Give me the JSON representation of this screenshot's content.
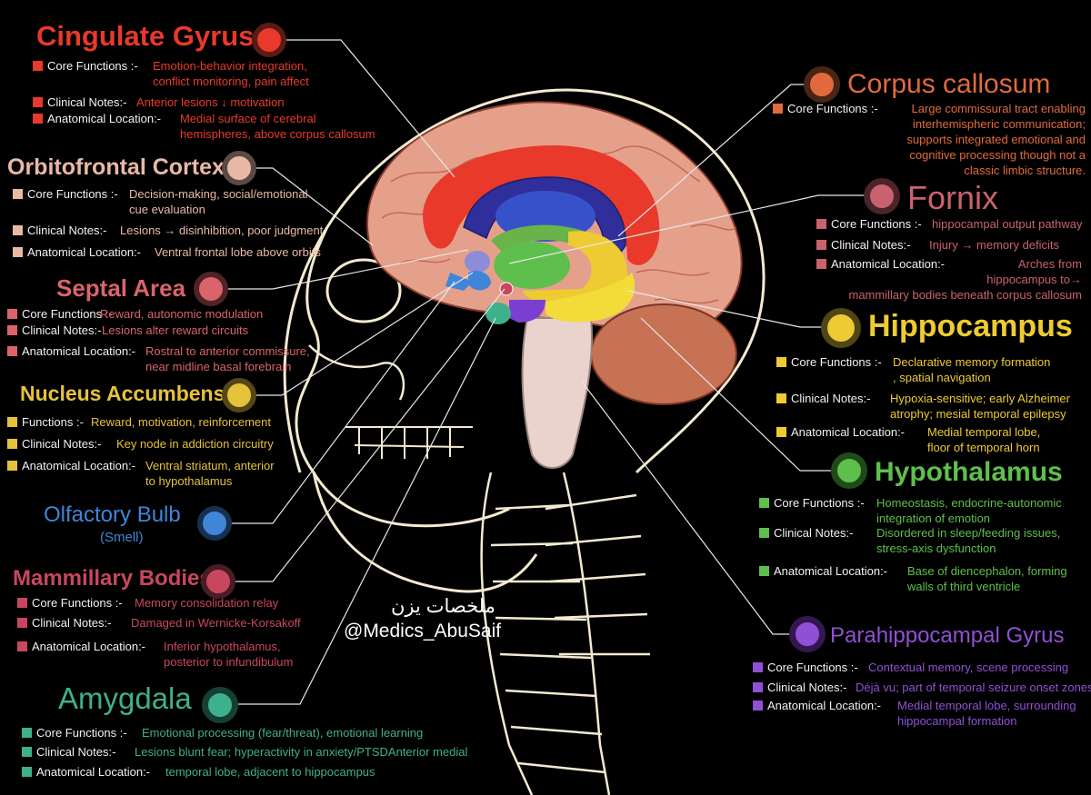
{
  "credit": {
    "arabic": "ملخصات يزن",
    "handle": "@Medics_AbuSaif"
  },
  "colors": {
    "cingulate": "#e8392a",
    "orbitofrontal": "#e9b9a6",
    "septal": "#d9646a",
    "accumbens": "#e6c23a",
    "olfactory": "#3f86d8",
    "mammillary": "#c8475f",
    "amygdala": "#3fb08c",
    "corpus": "#e06a3e",
    "fornix": "#c9626e",
    "hippocampus": "#eecb32",
    "hypothalamus": "#5fbf4c",
    "parahippocampal": "#9050d6"
  },
  "regions": {
    "cingulate": {
      "title": "Cingulate Gyrus",
      "rows": [
        {
          "label": "Core Functions :-",
          "value": "Emotion-behavior integration,\nconflict monitoring, pain affect"
        },
        {
          "label": "Clinical Notes:-",
          "value": "Anterior lesions ↓ motivation"
        },
        {
          "label": "Anatomical Location:-",
          "value": "Medial surface of cerebral\nhemispheres, above corpus callosum"
        }
      ]
    },
    "orbitofrontal": {
      "title": "Orbitofrontal Cortex",
      "rows": [
        {
          "label": "Core Functions :-",
          "value": "Decision-making, social/emotional\ncue evaluation"
        },
        {
          "label": "Clinical Notes:-",
          "value": "Lesions → disinhibition, poor judgment"
        },
        {
          "label": "Anatomical Location:-",
          "value": "Ventral frontal lobe above orbits"
        }
      ]
    },
    "septal": {
      "title": "Septal Area",
      "rows": [
        {
          "label": "Core Functions :-",
          "value": "Reward, autonomic modulation"
        },
        {
          "label": "Clinical Notes:-",
          "value": "Lesions alter reward circuits"
        },
        {
          "label": "Anatomical Location:-",
          "value": "Rostral to anterior commissure,\nnear midline basal forebrain"
        }
      ]
    },
    "accumbens": {
      "title": "Nucleus Accumbens",
      "rows": [
        {
          "label": "Functions :-",
          "value": "Reward, motivation, reinforcement"
        },
        {
          "label": "Clinical Notes:-",
          "value": "Key node in addiction circuitry"
        },
        {
          "label": "Anatomical Location:-",
          "value": "Ventral striatum, anterior\nto hypothalamus"
        }
      ]
    },
    "olfactory": {
      "title": "Olfactory Bulb",
      "subtitle": "(Smell)"
    },
    "mammillary": {
      "title": "Mammillary Bodies",
      "rows": [
        {
          "label": "Core Functions :-",
          "value": "Memory consolidation relay"
        },
        {
          "label": "Clinical Notes:-",
          "value": "Damaged in Wernicke-Korsakoff"
        },
        {
          "label": "Anatomical Location:-",
          "value": "Inferior hypothalamus,\nposterior to infundibulum"
        }
      ]
    },
    "amygdala": {
      "title": "Amygdala",
      "rows": [
        {
          "label": "Core Functions :-",
          "value": "Emotional processing (fear/threat), emotional learning"
        },
        {
          "label": "Clinical Notes:-",
          "value": "Lesions blunt fear; hyperactivity in anxiety/PTSDAnterior medial"
        },
        {
          "label": "Anatomical Location:-",
          "value": "temporal lobe, adjacent to hippocampus"
        }
      ]
    },
    "corpus": {
      "title": "Corpus callosum",
      "rows": [
        {
          "label": "Core Functions :-",
          "value": "Large commissural tract enabling\ninterhemispheric communication;\nsupports integrated emotional and\ncognitive processing though not a\nclassic limbic structure."
        }
      ]
    },
    "fornix": {
      "title": "Fornix",
      "rows": [
        {
          "label": "Core Functions :-",
          "value": "hippocampal output pathway"
        },
        {
          "label": "Clinical Notes:-",
          "value": "Injury → memory deficits"
        },
        {
          "label": "Anatomical Location:-",
          "value": "Arches from\nhippocampus to→\nmammillary bodies beneath corpus callosum"
        }
      ]
    },
    "hippocampus": {
      "title": "Hippocampus",
      "rows": [
        {
          "label": "Core Functions :-",
          "value": "Declarative memory formation\n, spatial navigation"
        },
        {
          "label": "Clinical Notes:-",
          "value": "Hypoxia-sensitive; early Alzheimer\natrophy; mesial temporal epilepsy"
        },
        {
          "label": "Anatomical Location:-",
          "value": "Medial temporal lobe,\nfloor of temporal horn"
        }
      ]
    },
    "hypothalamus": {
      "title": "Hypothalamus",
      "rows": [
        {
          "label": "Core Functions :-",
          "value": "Homeostasis, endocrine-autonomic\nintegration of emotion"
        },
        {
          "label": "Clinical Notes:-",
          "value": "Disordered in sleep/feeding issues,\nstress-axis dysfunction"
        },
        {
          "label": "Anatomical Location:-",
          "value": "Base of diencephalon, forming\nwalls of third ventricle"
        }
      ]
    },
    "parahippocampal": {
      "title": "Parahippocampal Gyrus",
      "rows": [
        {
          "label": "Core Functions :-",
          "value": "Contextual memory, scene processing"
        },
        {
          "label": "Clinical Notes:-",
          "value": "Déjà vu; part of temporal seizure onset zones"
        },
        {
          "label": "Anatomical Location:-",
          "value": "Medial temporal lobe, surrounding\nhippocampal formation"
        }
      ]
    }
  }
}
